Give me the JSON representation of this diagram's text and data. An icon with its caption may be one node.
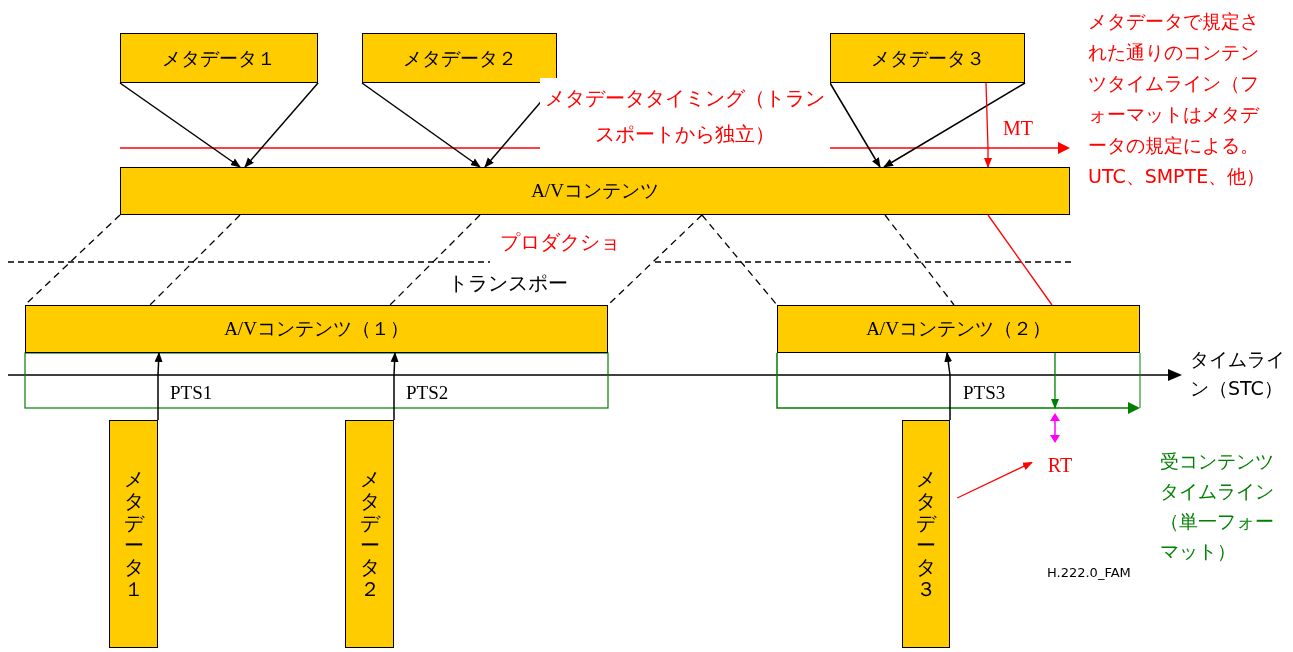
{
  "diagram": {
    "nodes": [
      {
        "text": [
          "メタデータ１"
        ]
      },
      {
        "text": [
          "メタデータ２"
        ]
      },
      {
        "text": [
          "メタデータ３"
        ]
      },
      {
        "text": [
          "A/Vコンテンツ"
        ]
      },
      {
        "text": [
          "A/Vコンテンツ（１）"
        ]
      },
      {
        "text": [
          "A/Vコンテンツ（２）"
        ]
      },
      {
        "text": [
          "メタデータ１"
        ]
      },
      {
        "text": [
          "メタデータ２"
        ]
      },
      {
        "text": [
          "メタデータ３"
        ]
      },
      {
        "text": [
          "RT"
        ]
      }
    ],
    "edges": [
      {
        "from": 0,
        "to": 3,
        "arrow": "to"
      },
      {
        "from": 0,
        "to": 3,
        "arrow": "to"
      },
      {
        "from": 1,
        "to": 3,
        "arrow": "to"
      },
      {
        "from": 1,
        "to": 3,
        "arrow": "to"
      },
      {
        "from": 2,
        "to": 3,
        "arrow": "to"
      },
      {
        "from": 2,
        "to": 3,
        "arrow": "to"
      },
      {
        "from": 2,
        "to": 3,
        "arrow": "to",
        "color": "#ff0000"
      },
      {
        "from": 3,
        "to": 4,
        "arrow": "none",
        "style": "dashed"
      },
      {
        "from": 3,
        "to": 4,
        "arrow": "none",
        "style": "dashed"
      },
      {
        "from": 3,
        "to": 4,
        "arrow": "none",
        "style": "dashed"
      },
      {
        "from": 3,
        "to": 4,
        "arrow": "none",
        "style": "dashed"
      },
      {
        "from": 3,
        "to": 5,
        "arrow": "none",
        "style": "dashed"
      },
      {
        "from": 3,
        "to": 5,
        "arrow": "none",
        "style": "dashed"
      },
      {
        "from": 3,
        "to": 5,
        "arrow": "none",
        "color": "#ff0000"
      },
      {
        "from": 6,
        "to": 4,
        "arrow": "to"
      },
      {
        "from": 7,
        "to": 4,
        "arrow": "to"
      },
      {
        "from": 8,
        "to": 5,
        "arrow": "to"
      },
      {
        "from": 5,
        "to": null,
        "arrow": "to",
        "color": "#008000"
      },
      {
        "from": 8,
        "to": 9,
        "arrow": "to",
        "color": "#ff0000"
      }
    ],
    "labels": [
      "メタデータで規定された通りのコンテンツタイムライン（フォーマットはメタデータの規定による。UTC、SMPTE、他）",
      "メタデータタイミング（トランスポートから独立）",
      "MT",
      "プロダクショ",
      "トランスポー",
      "PTS1",
      "PTS2",
      "PTS3",
      "タイムライン（STC）",
      "受コンテンツタイムライン（単一フォーマット）",
      "H.222.0_FAM"
    ]
  }
}
